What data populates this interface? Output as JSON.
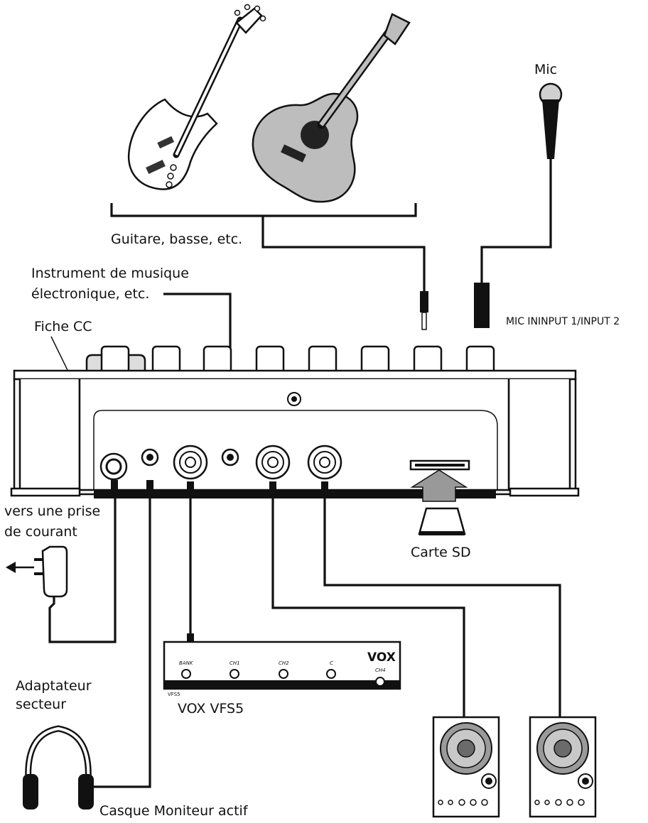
{
  "labels": {
    "mic": "Mic",
    "guitar_bass": "Guitare, basse, etc.",
    "electronic_1": "Instrument de musique",
    "electronic_2": "électronique, etc.",
    "dc_plug": "Fiche CC",
    "mic_input": "MIC ININPUT 1/INPUT 2",
    "outlet_1": "vers une prise",
    "outlet_2": "de courant",
    "sd_card": "Carte SD",
    "ac_adapter_1": "Adaptateur",
    "ac_adapter_2": "secteur",
    "footswitch": "VOX VFS5",
    "headphones_monitor": "Casque Moniteur actif"
  },
  "footswitch_panel": {
    "brand": "VOX",
    "model_mark": "VFS5",
    "buttons": [
      "BANK",
      "CH1",
      "CH2",
      "C",
      "CH4"
    ]
  },
  "colors": {
    "ink": "#111111",
    "body_fill": "#f4f4f4",
    "guitar_body": "#bdbdbd",
    "speaker_cone": "#9a9a9a",
    "speaker_center": "#6b6b6b"
  }
}
